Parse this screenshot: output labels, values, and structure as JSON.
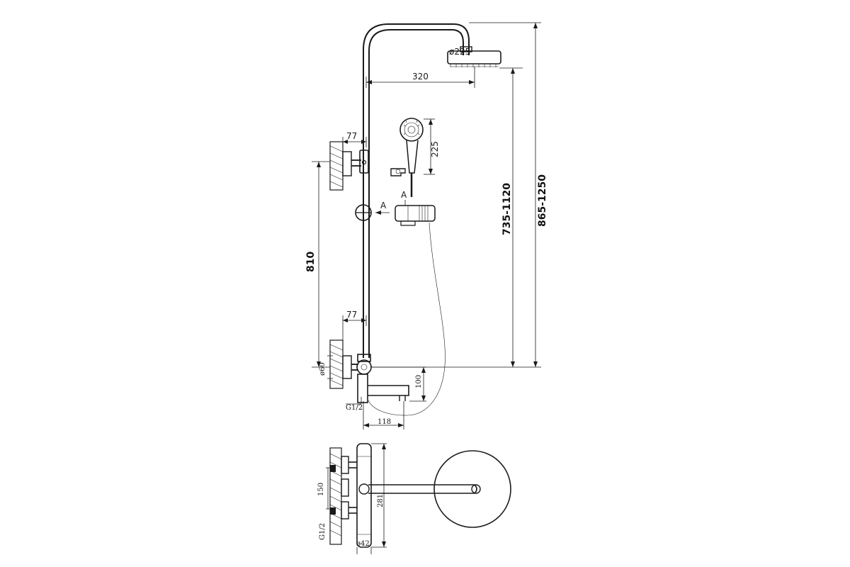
{
  "labels": {
    "head_diameter": "ø225",
    "arm_length": "320",
    "handshower_length": "225",
    "view_marker_1": "A",
    "view_marker_2": "A",
    "upper_offset": "77",
    "lower_offset": "77",
    "column_height": "810",
    "height_range_1": "735-1120",
    "height_range_2": "865-1250",
    "escutcheon_diameter": "ø60",
    "spout_drop": "100",
    "inlet_thread": "G1/2",
    "spout_length": "118",
    "inlet_spacing": "150",
    "body_height": "281",
    "inlet_thread_side": "G1/2",
    "body_diameter": "ø42"
  }
}
